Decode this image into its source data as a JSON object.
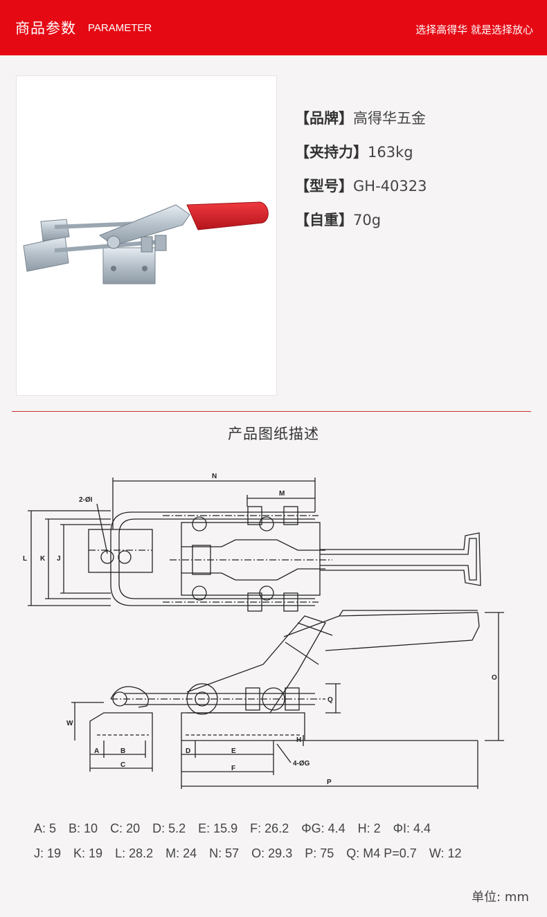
{
  "header": {
    "title": "商品参数",
    "title_en": "PARAMETER",
    "slogan": "选择高得华 就是选择放心"
  },
  "specs": [
    {
      "label": "【品牌】",
      "value": "高得华五金"
    },
    {
      "label": "【夹持力】",
      "value": "163kg"
    },
    {
      "label": "【型号】",
      "value": "GH-40323"
    },
    {
      "label": "【自重】",
      "value": "70g"
    }
  ],
  "section": {
    "title": "产品图纸描述"
  },
  "drawing_labels": {
    "n": "N",
    "m": "M",
    "two_phi_i": "2-ØI",
    "l": "L",
    "k": "K",
    "j": "J",
    "o": "O",
    "q": "Q",
    "w": "W",
    "h": "H",
    "a": "A",
    "b": "B",
    "c": "C",
    "d": "D",
    "e": "E",
    "f": "F",
    "four_phi_g": "4-ØG",
    "p": "P"
  },
  "params": [
    [
      "A: 5",
      "B: 10",
      "C: 20",
      "D: 5.2",
      "E: 15.9",
      "F: 26.2",
      "ΦG: 4.4",
      "H: 2",
      "ΦI: 4.4"
    ],
    [
      "J: 19",
      "K: 19",
      "L: 28.2",
      "M: 24",
      "N: 57",
      "O: 29.3",
      "P: 75",
      "Q: M4 P=0.7",
      "W: 12"
    ]
  ],
  "unit": "单位: mm",
  "colors": {
    "brand_red": "#e50914",
    "handle_red": "#d7232b",
    "metal": "#b9c3cc"
  }
}
